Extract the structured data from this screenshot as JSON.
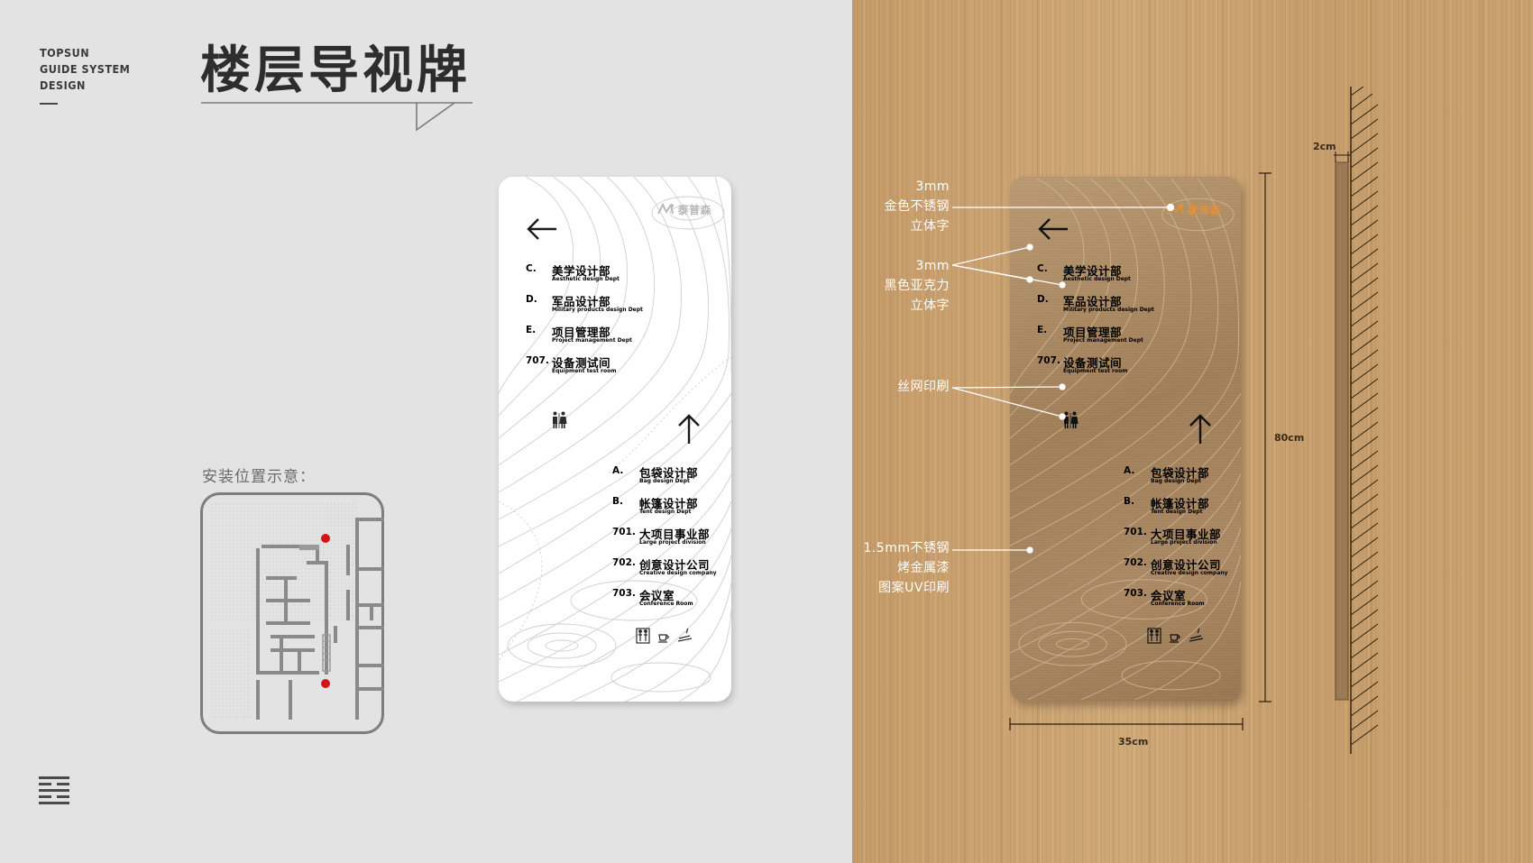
{
  "brand": {
    "line1": "TOPSUN",
    "line2": "GUIDE SYSTEM",
    "line3": "DESIGN"
  },
  "title": "楼层导视牌",
  "install_label": "安装位置示意：",
  "sign": {
    "logo_text": "泰普森",
    "left_group": [
      {
        "code": "C.",
        "name": "美学设计部",
        "en": "Aesthetic design Dept"
      },
      {
        "code": "D.",
        "name": "军品设计部",
        "en": "Military products design Dept"
      },
      {
        "code": "E.",
        "name": "项目管理部",
        "en": "Project management Dept"
      },
      {
        "code": "707.",
        "name": "设备测试间",
        "en": "Equipment test room"
      }
    ],
    "right_group": [
      {
        "code": "A.",
        "name": "包袋设计部",
        "en": "Bag design Dept"
      },
      {
        "code": "B.",
        "name": "帐篷设计部",
        "en": "Tent design Dept"
      },
      {
        "code": "701.",
        "name": "大项目事业部",
        "en": "Large project division"
      },
      {
        "code": "702.",
        "name": "创意设计公司",
        "en": "Creative design company"
      },
      {
        "code": "703.",
        "name": "会议室",
        "en": "Conference Room"
      }
    ]
  },
  "callouts": {
    "c1": {
      "l1": "3mm",
      "l2": "金色不锈钢",
      "l3": "立体字"
    },
    "c2": {
      "l1": "3mm",
      "l2": "黑色亚克力",
      "l3": "立体字"
    },
    "c3": {
      "l1": "丝网印刷"
    },
    "c4": {
      "l1": "1.5mm不锈钢",
      "l2": "烤金属漆",
      "l3": "图案UV印刷"
    }
  },
  "dimensions": {
    "height": "80cm",
    "width": "35cm",
    "thickness": "2cm"
  },
  "colors": {
    "accent_red": "#d0161b",
    "logo_gold": "#e0913a",
    "logo_gray": "#b8b8b8",
    "wood": "#c79e6c",
    "brushed_gold": "#a88560"
  }
}
